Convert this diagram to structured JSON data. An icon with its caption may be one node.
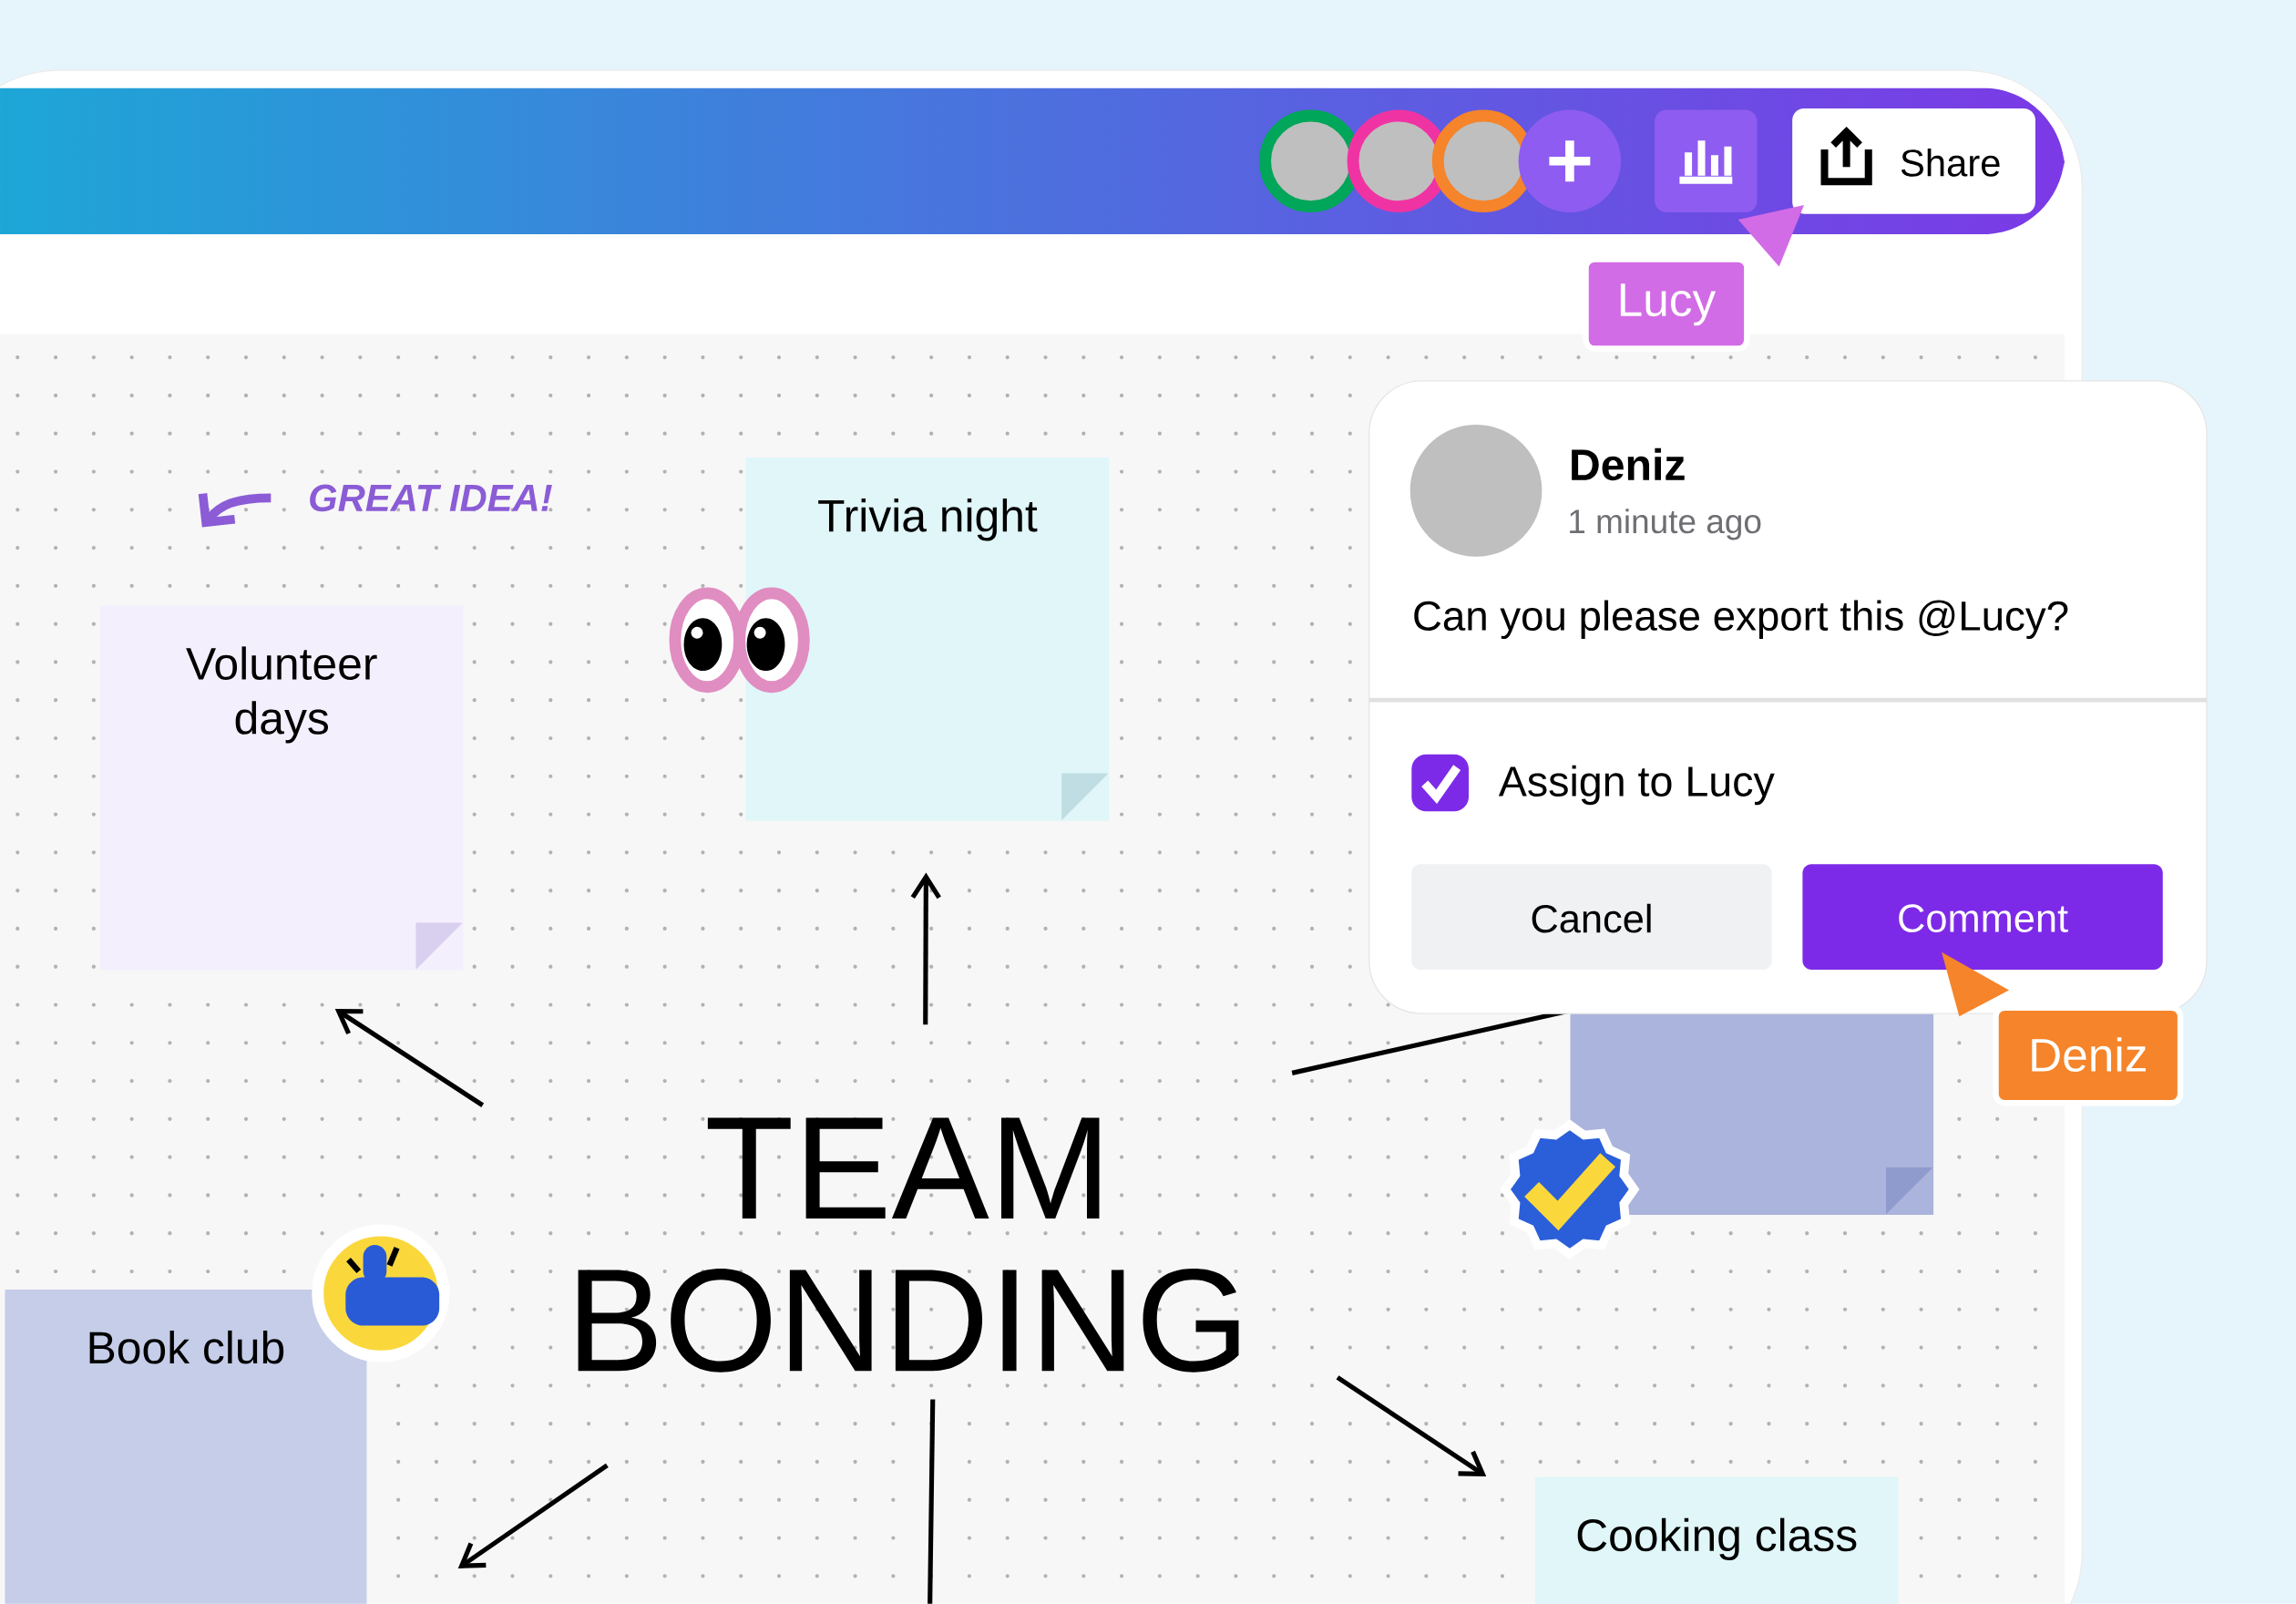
{
  "diagram": {
    "nodes": [
      {
        "text": [
          "TEAM BONDING"
        ]
      },
      {
        "text": [
          "Volunteer days"
        ]
      },
      {
        "text": [
          "Trivia night"
        ]
      },
      {
        "text": [
          "Book club"
        ]
      },
      {
        "text": [
          "Cooking class"
        ]
      },
      {
        "text": [],
        "shape": "box"
      }
    ],
    "edges": [
      {
        "from": 0,
        "to": 1,
        "arrow": "to"
      },
      {
        "from": 0,
        "to": 2,
        "arrow": "to"
      },
      {
        "from": 0,
        "to": 3,
        "arrow": "to"
      },
      {
        "from": 0,
        "to": 4,
        "arrow": "to"
      },
      {
        "from": 0,
        "to": 5,
        "arrow": "none"
      },
      {
        "from": 0,
        "to": null,
        "arrow": "none"
      }
    ],
    "labels": [
      "Share",
      "Lucy",
      "Deniz",
      "GREAT IDEA!",
      "1 minute ago",
      "Can you please export this @Lucy?",
      "Assign to Lucy",
      "Cancel",
      "Comment",
      "Deniz"
    ]
  }
}
